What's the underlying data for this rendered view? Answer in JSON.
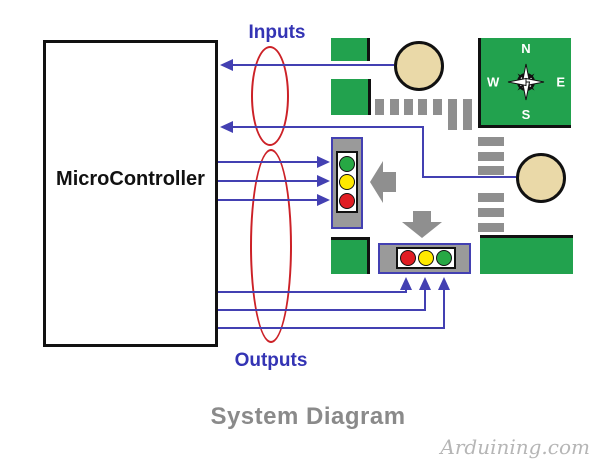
{
  "labels": {
    "microcontroller": "MicroController",
    "inputs": "Inputs",
    "outputs": "Outputs"
  },
  "footer": {
    "title": "System Diagram",
    "watermark": "Arduining.com"
  },
  "compass": {
    "north": "N",
    "east": "E",
    "south": "S",
    "west": "W"
  },
  "traffic_lights": {
    "vertical_light_lamps_top_to_bottom": [
      "green",
      "yellow",
      "red"
    ],
    "horizontal_light_lamps_left_to_right": [
      "red",
      "yellow",
      "green"
    ]
  },
  "wiring": {
    "input_wires": 2,
    "output_wires": 6
  },
  "colors": {
    "green": "#22a24e",
    "tan": "#ead9a8",
    "wire": "#4340b2",
    "ellipse": "#cc2127",
    "gray": "#8f8f8f",
    "light_body": "#9a9a9a",
    "label_blue": "#3434b4",
    "title_gray": "#8a8a8a",
    "watermark_gray": "#b6b6b6",
    "lamp_red": "#e01d23",
    "lamp_yellow": "#ffe900",
    "lamp_green": "#27a844"
  }
}
